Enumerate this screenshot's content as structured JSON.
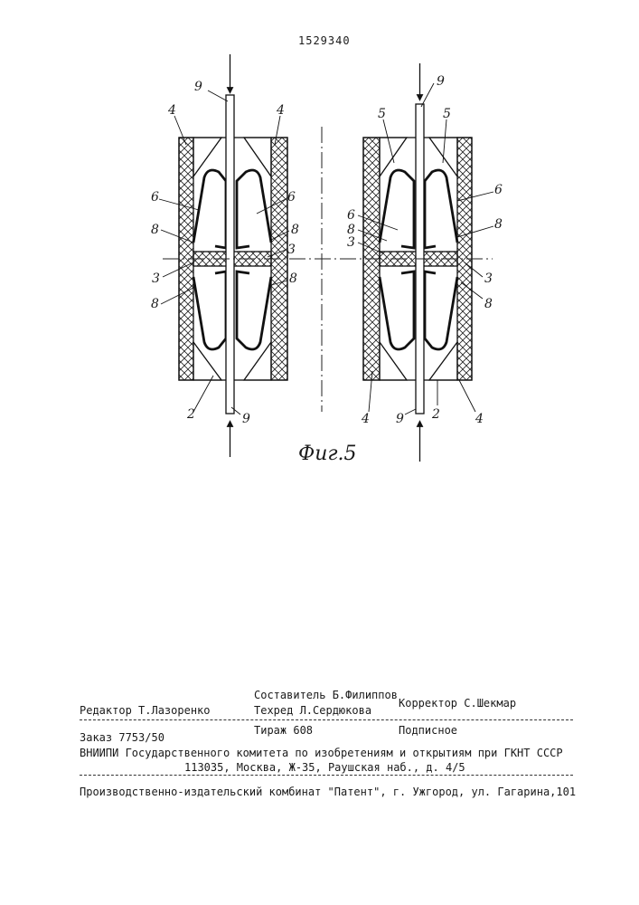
{
  "patent_number": "1529340",
  "figure": {
    "caption": "Фиг.5",
    "labels": {
      "l_9_top": "9",
      "l_4_tl": "4",
      "l_4_tr": "4",
      "l_6_l": "6",
      "l_6_r": "6",
      "l_8_l1": "8",
      "l_8_r1": "8",
      "l_3_r": "3",
      "l_3_l": "3",
      "l_8_r2": "8",
      "l_8_l2": "8",
      "l_2": "2",
      "l_9_bot": "9",
      "r_9_top": "9",
      "r_5_l": "5",
      "r_5_r": "5",
      "r_6_in": "6",
      "r_6_out": "6",
      "r_8_in": "8",
      "r_8_out": "8",
      "r_3_in": "3",
      "r_3_out": "3",
      "r_8_out2": "8",
      "r_4_l": "4",
      "r_9_bot": "9",
      "r_2": "2",
      "r_4_r": "4"
    }
  },
  "imprint": {
    "compiler": "Составитель Б.Филиппов",
    "editor": "Редактор Т.Лазоренко",
    "techred": "Техред Л.Сердюкова",
    "corrector": "Корректор С.Шекмар",
    "order": "Заказ 7753/50",
    "circulation": "Тираж 608",
    "subscription": "Подписное",
    "vniipi": "ВНИИПИ Государственного комитета по изобретениям и открытиям при ГКНТ СССР",
    "address": "113035, Москва, Ж-35, Раушская наб., д. 4/5",
    "publisher": "Производственно-издательский комбинат \"Патент\", г. Ужгород, ул. Гагарина,101"
  }
}
